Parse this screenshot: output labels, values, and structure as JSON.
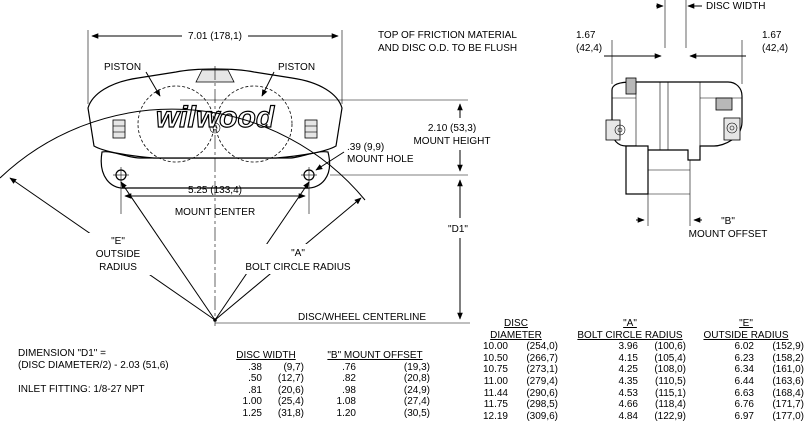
{
  "labels": {
    "overall_width": "7.01 (178,1)",
    "piston_left": "PISTON",
    "piston_right": "PISTON",
    "brand_logo": "wilwood",
    "top_note_line1": "TOP OF FRICTION MATERIAL",
    "top_note_line2": "AND DISC O.D. TO BE FLUSH",
    "mount_height_value": "2.10 (53,3)",
    "mount_height_label": "MOUNT HEIGHT",
    "mount_hole_value": ".39 (9,9)",
    "mount_hole_label": "MOUNT HOLE",
    "mount_center_value": "5.25 (133,4)",
    "mount_center_label": "MOUNT CENTER",
    "e_label_line1": "\"E\"",
    "e_label_line2": "OUTSIDE",
    "e_label_line3": "RADIUS",
    "a_label_line1": "\"A\"",
    "a_label_line2": "BOLT CIRCLE RADIUS",
    "d1_label": "\"D1\"",
    "centerline_label": "DISC/WHEEL CENTERLINE",
    "side_left_value": "1.67",
    "side_left_metric": "(42,4)",
    "side_right_value": "1.67",
    "side_right_metric": "(42,4)",
    "disc_width_label": "DISC WIDTH",
    "b_label_line1": "\"B\"",
    "b_label_line2": "MOUNT OFFSET"
  },
  "notes": {
    "d1_line1": "DIMENSION \"D1\" =",
    "d1_line2": "(DISC DIAMETER/2) - 2.03 (51,6)",
    "inlet": "INLET FITTING: 1/8-27 NPT"
  },
  "offset_table": {
    "headers": [
      "DISC WIDTH",
      "\"B\" MOUNT OFFSET"
    ],
    "rows": [
      [
        ".38",
        "(9,7)",
        ".76",
        "(19,3)"
      ],
      [
        ".50",
        "(12,7)",
        ".82",
        "(20,8)"
      ],
      [
        ".81",
        "(20,6)",
        ".98",
        "(24,9)"
      ],
      [
        "1.00",
        "(25,4)",
        "1.08",
        "(27,4)"
      ],
      [
        "1.25",
        "(31,8)",
        "1.20",
        "(30,5)"
      ]
    ]
  },
  "radius_table": {
    "headers": [
      "DISC\nDIAMETER",
      "\"A\"\nBOLT CIRCLE RADIUS",
      "\"E\"\nOUTSIDE RADIUS"
    ],
    "rows": [
      [
        "10.00",
        "(254,0)",
        "3.96",
        "(100,6)",
        "6.02",
        "(152,9)"
      ],
      [
        "10.50",
        "(266,7)",
        "4.15",
        "(105,4)",
        "6.23",
        "(158,2)"
      ],
      [
        "10.75",
        "(273,1)",
        "4.25",
        "(108,0)",
        "6.34",
        "(161,0)"
      ],
      [
        "11.00",
        "(279,4)",
        "4.35",
        "(110,5)",
        "6.44",
        "(163,6)"
      ],
      [
        "11.44",
        "(290,6)",
        "4.53",
        "(115,1)",
        "6.63",
        "(168,4)"
      ],
      [
        "11.75",
        "(298,5)",
        "4.66",
        "(118,4)",
        "6.76",
        "(171,7)"
      ],
      [
        "12.19",
        "(309,6)",
        "4.84",
        "(122,9)",
        "6.97",
        "(177,0)"
      ]
    ]
  }
}
